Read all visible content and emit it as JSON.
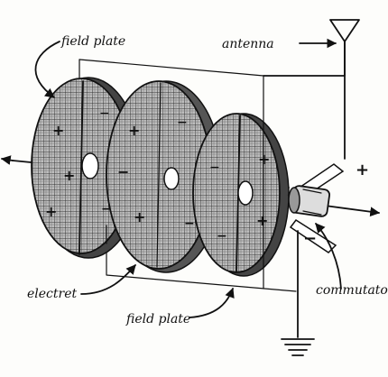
{
  "labels": {
    "field_plate_top": "field plate",
    "antenna": "antenna",
    "electret": "electret",
    "field_plate_bottom": "field plate",
    "commutator": "commutator"
  },
  "commutator_signs": {
    "positive": "+",
    "negative": "−"
  }
}
